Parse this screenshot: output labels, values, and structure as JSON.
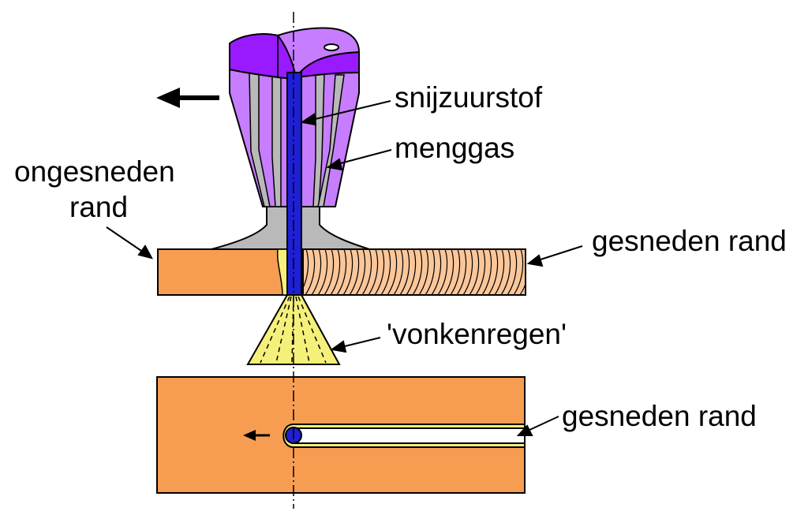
{
  "labels": {
    "snijzuurstof": "snijzuurstof",
    "menggas": "menggas",
    "ongesneden_line1": "ongesneden",
    "ongesneden_line2": "rand",
    "gesneden_rand_top": "gesneden rand",
    "vonkenregen": "'vonkenregen'",
    "gesneden_rand_bottom": "gesneden rand"
  },
  "colors": {
    "plate": "#f79d52",
    "cut_face": "#fbc79a",
    "torch_dark": "#9a1aff",
    "torch_light": "#c77dff",
    "gas_channel": "#b9b9b9",
    "oxygen_jet": "#1f1fd6",
    "sparks": "#f4f07a",
    "outline": "#000000"
  },
  "icons": [
    "direction-arrow-icon",
    "direction-arrow-small-icon"
  ]
}
